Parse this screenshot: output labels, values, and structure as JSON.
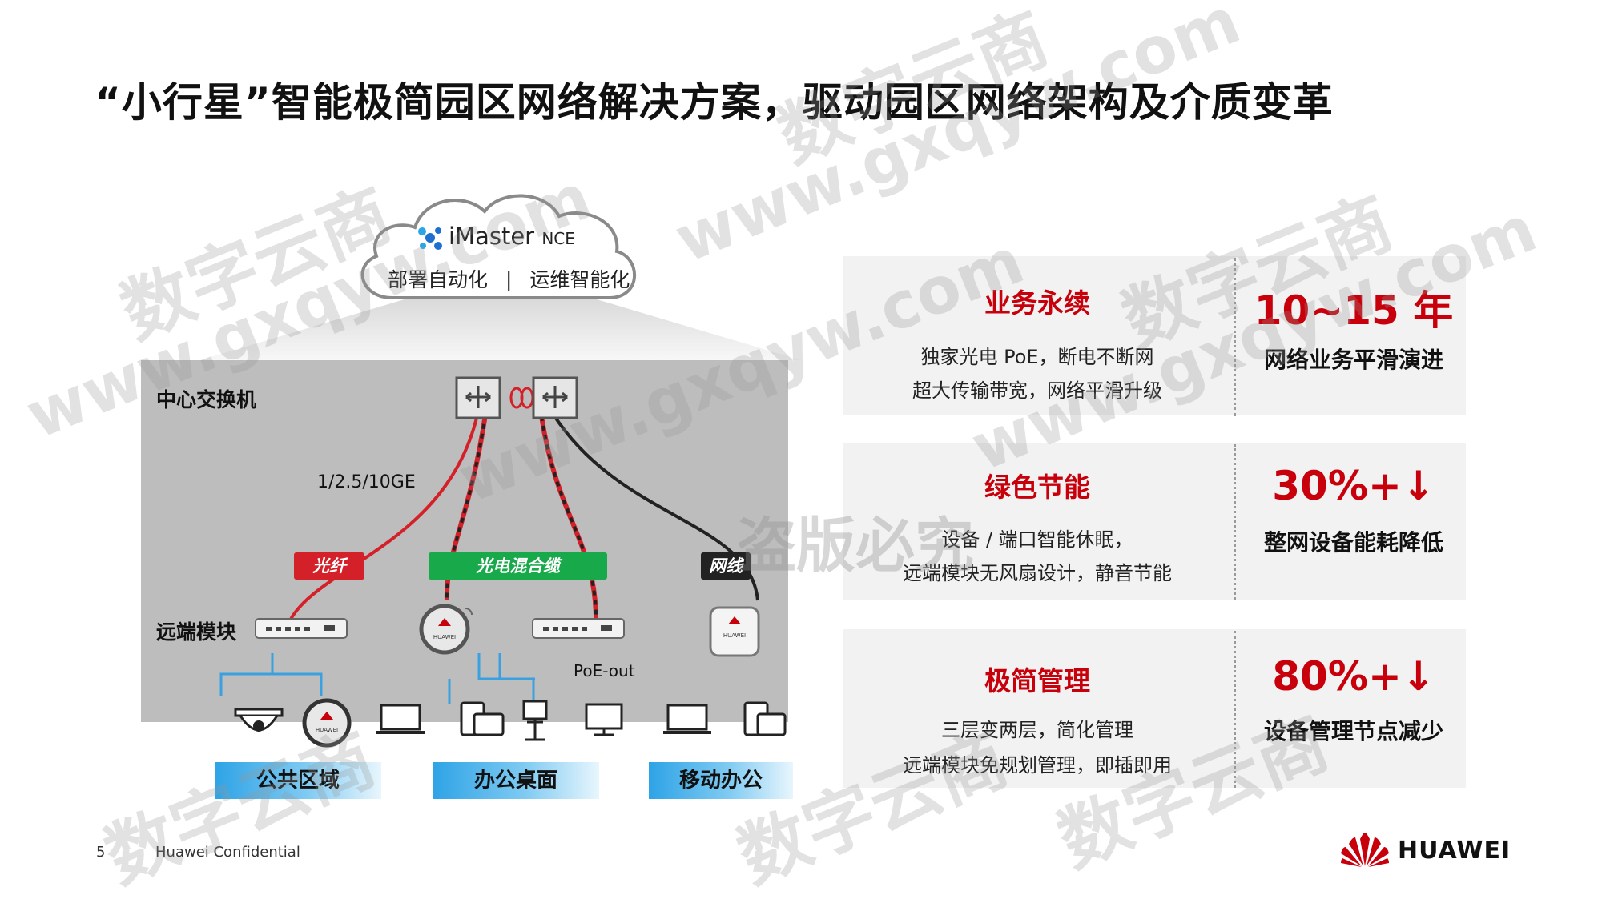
{
  "title": "“小行星”智能极简园区网络解决方案，驱动园区网络架构及介质变革",
  "cloud": {
    "brand_main": "iMaster",
    "brand_sub": "NCE",
    "left_text": "部署自动化",
    "separator": "|",
    "right_text": "运维智能化"
  },
  "diagram": {
    "core_label": "中心交换机",
    "speed_label": "1/2.5/10GE",
    "remote_label": "远端模块",
    "poe_label": "PoE-out",
    "tags": {
      "fiber": "光纤",
      "hybrid": "光电混合缆",
      "cable": "网线"
    },
    "zones": {
      "public": "公共区域",
      "desktop": "办公桌面",
      "mobile": "移动办公"
    },
    "watermark": "盗版必究"
  },
  "features": [
    {
      "title": "业务永续",
      "lines": [
        "独家光电 PoE，断电不断网",
        "超大传输带宽，网络平滑升级"
      ],
      "stat": "10~15 年",
      "stat_desc": "网络业务平滑演进"
    },
    {
      "title": "绿色节能",
      "lines": [
        "设备 / 端口智能休眠，",
        "远端模块无风扇设计，静音节能"
      ],
      "stat": "30%+↓",
      "stat_desc": "整网设备能耗降低"
    },
    {
      "title": "极简管理",
      "lines": [
        "三层变两层，简化管理",
        "远端模块免规划管理，即插即用"
      ],
      "stat": "80%+↓",
      "stat_desc": "设备管理节点减少"
    }
  ],
  "footer": {
    "page_number": "5",
    "confidential": "Huawei Confidential",
    "brand": "HUAWEI"
  },
  "watermarks": {
    "cn": "数字云商",
    "url": "www.gxqyw.com"
  },
  "colors": {
    "accent_red": "#c7000b",
    "fiber_red": "#d42028",
    "hybrid_green": "#18a94a",
    "zone_blue": "#2ea3e6",
    "panel_gray": "#bdbdbd"
  }
}
